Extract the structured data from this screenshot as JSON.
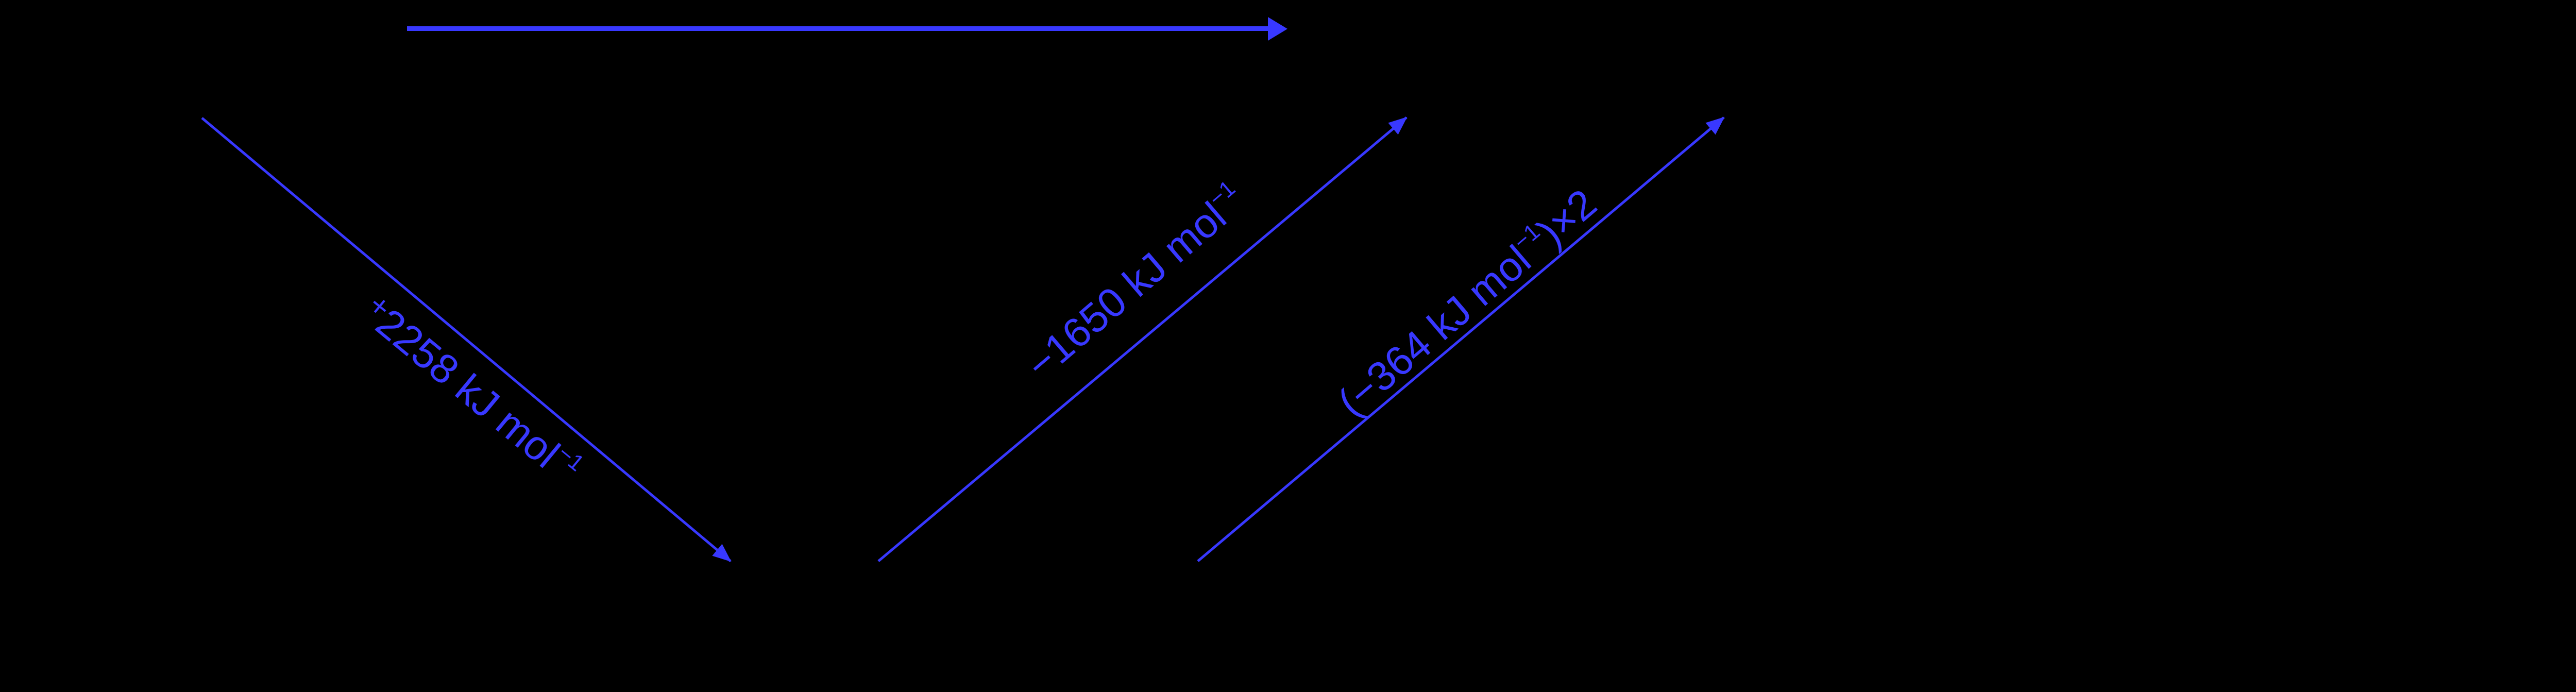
{
  "diagram": {
    "type": "energy-cycle-arrows",
    "background": "#000000",
    "arrow_color": "#3838ff",
    "arrows": [
      {
        "id": "top-horizontal",
        "direction": "right",
        "from": [
          790,
          55
        ],
        "to": [
          2499,
          55
        ],
        "label": null
      },
      {
        "id": "down-left",
        "direction": "down-right",
        "from": [
          392,
          229
        ],
        "to": [
          1418,
          1089
        ],
        "label": {
          "sign": "+",
          "value": "2258",
          "unit": " kJ mol",
          "exponent": "−1",
          "suffix": ""
        }
      },
      {
        "id": "up-middle",
        "direction": "up-right",
        "from": [
          1705,
          1089
        ],
        "to": [
          2730,
          228
        ],
        "label": {
          "sign": "−",
          "value": "1650",
          "unit": " kJ mol",
          "exponent": "−1",
          "suffix": ""
        }
      },
      {
        "id": "up-right",
        "direction": "up-right",
        "from": [
          2325,
          1089
        ],
        "to": [
          3346,
          228
        ],
        "label": {
          "sign": "(−",
          "value": "364",
          "unit": " kJ mol",
          "exponent": "−1",
          "suffix": ")×2"
        }
      }
    ]
  }
}
